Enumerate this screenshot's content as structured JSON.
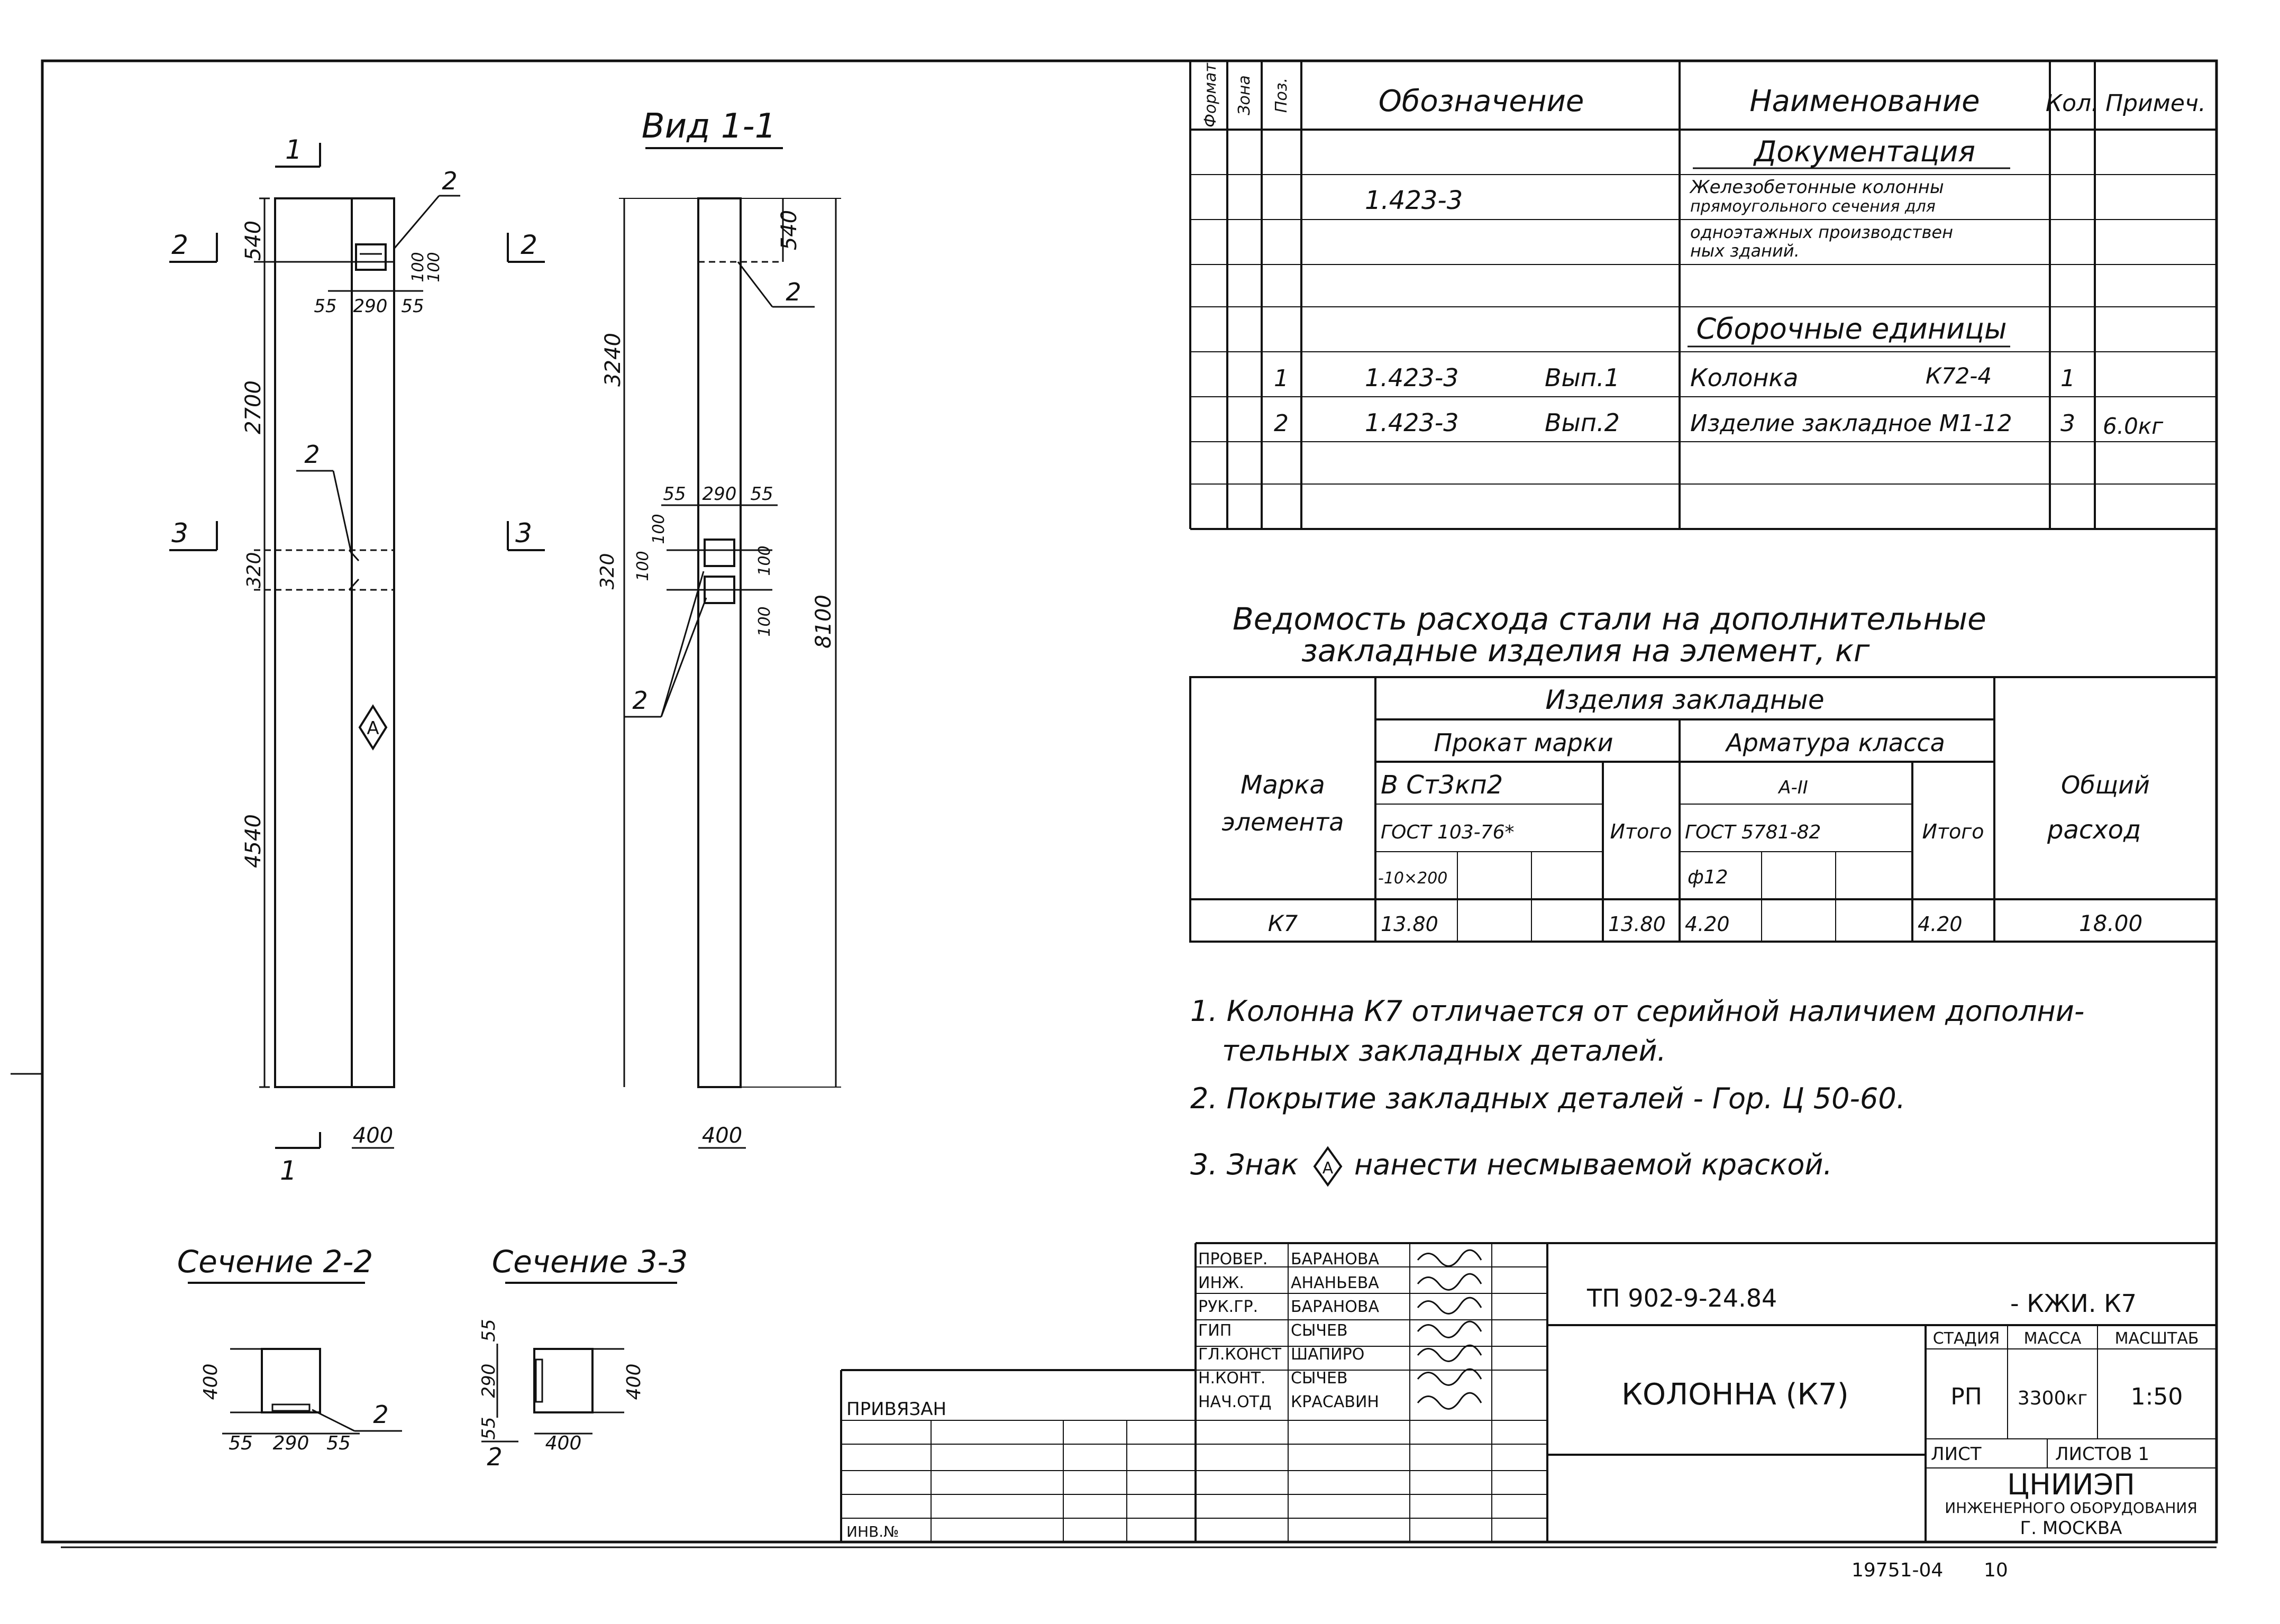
{
  "drawing": {
    "view_title": "Вид 1-1",
    "cut_mark_1": "1",
    "cut_mark_2": "2",
    "cut_mark_3": "3",
    "callout": "2",
    "marker": "А",
    "front_dims": {
      "d540": "540",
      "d2700": "2700",
      "d320": "320",
      "d4540": "4540",
      "d55a": "55",
      "d290": "290",
      "d55b": "55",
      "d400": "400",
      "d100a": "100",
      "d100b": "100"
    },
    "side_dims": {
      "d540": "540",
      "d3240": "3240",
      "d320": "320",
      "d8100": "8100",
      "d55a": "55",
      "d290": "290",
      "d55b": "55",
      "d100a": "100",
      "d100b": "100",
      "d100c": "100",
      "d100d": "100",
      "d400": "400"
    },
    "section_2_2": {
      "title": "Сечение 2-2",
      "d400": "400",
      "d55a": "55",
      "d290": "290",
      "d55b": "55",
      "callout": "2"
    },
    "section_3_3": {
      "title": "Сечение 3-3",
      "d400a": "400",
      "d400b": "400",
      "d55a": "55",
      "d290": "290",
      "d55b": "55",
      "callout": "2"
    }
  },
  "spec": {
    "headers": {
      "format": "Формат",
      "zone": "Зона",
      "pos": "Поз.",
      "designation": "Обозначение",
      "name": "Наименование",
      "qty": "Кол.",
      "note": "Примеч."
    },
    "doc_section": "Документация",
    "doc_code": "1.423-3",
    "doc_text": [
      "Железобетонные колонны",
      "прямоугольного сечения для",
      "одноэтажных производствен",
      "ных зданий."
    ],
    "assembly_section": "Сборочные единицы",
    "rows": [
      {
        "pos": "1",
        "designation": "1.423-3",
        "issue": "Вып.1",
        "name": "Колонка",
        "mark": "К72-4",
        "qty": "1",
        "note": ""
      },
      {
        "pos": "2",
        "designation": "1.423-3",
        "issue": "Вып.2",
        "name": "Изделие закладное М1-12",
        "mark": "",
        "qty": "3",
        "note": "6.0кг"
      }
    ]
  },
  "steel": {
    "title_line1": "Ведомость расхода стали на дополнительные",
    "title_line2": "закладные изделия на элемент, кг",
    "col_mark": "Марка элемента",
    "col_mark_1": "Марка",
    "col_mark_2": "элемента",
    "group": "Изделия закладные",
    "rolled": "Прокат марки",
    "rolled_grade": "В Ст3кп2",
    "rolled_gost": "ГОСТ 103-76*",
    "rolled_size": "-10×200",
    "rebar": "Арматура класса",
    "rebar_class": "А-II",
    "rebar_gost": "ГОСТ 5781-82",
    "rebar_size": "ф12",
    "total": "Итого",
    "overall_1": "Общий",
    "overall_2": "расход",
    "row": {
      "mark": "К7",
      "rolled": "13.80",
      "rolled_total": "13.80",
      "rebar": "4.20",
      "rebar_total": "4.20",
      "overall": "18.00"
    }
  },
  "notes": {
    "n1a": "1. Колонна К7 отличается от серийной наличием дополни-",
    "n1b": "тельных закладных деталей.",
    "n2": "2. Покрытие закладных деталей - Гор. Ц 50-60.",
    "n3a": "3. Знак",
    "n3b": "нанести несмываемой краской."
  },
  "stamp": {
    "doc_code": "ТП 902-9-24.84",
    "doc_suffix": "- КЖИ. К7",
    "title": "КОЛОННА (К7)",
    "stage_h": "СТАДИЯ",
    "mass_h": "МАССА",
    "scale_h": "МАСШТАБ",
    "stage": "РП",
    "mass": "3300кг",
    "scale": "1:50",
    "sheet": "ЛИСТ",
    "sheets": "ЛИСТОВ 1",
    "org1": "ЦНИИЭП",
    "org2": "ИНЖЕНЕРНОГО ОБОРУДОВАНИЯ",
    "org3": "Г. МОСКВА",
    "bound": "ПРИВЯЗАН",
    "inv": "ИНВ.№",
    "people": [
      {
        "role": "ПРОВЕР.",
        "name": "БАРАНОВА"
      },
      {
        "role": "ИНЖ.",
        "name": "АНАНЬЕВА"
      },
      {
        "role": "РУК.ГР.",
        "name": "БАРАНОВА"
      },
      {
        "role": "ГИП",
        "name": "СЫЧЕВ"
      },
      {
        "role": "ГЛ.КОНСТ",
        "name": "ШАПИРО"
      },
      {
        "role": "Н.КОНТ.",
        "name": "СЫЧЕВ"
      },
      {
        "role": "НАЧ.ОТД",
        "name": "КРАСАВИН"
      }
    ],
    "footer": "19751-04",
    "footer_page": "10"
  }
}
